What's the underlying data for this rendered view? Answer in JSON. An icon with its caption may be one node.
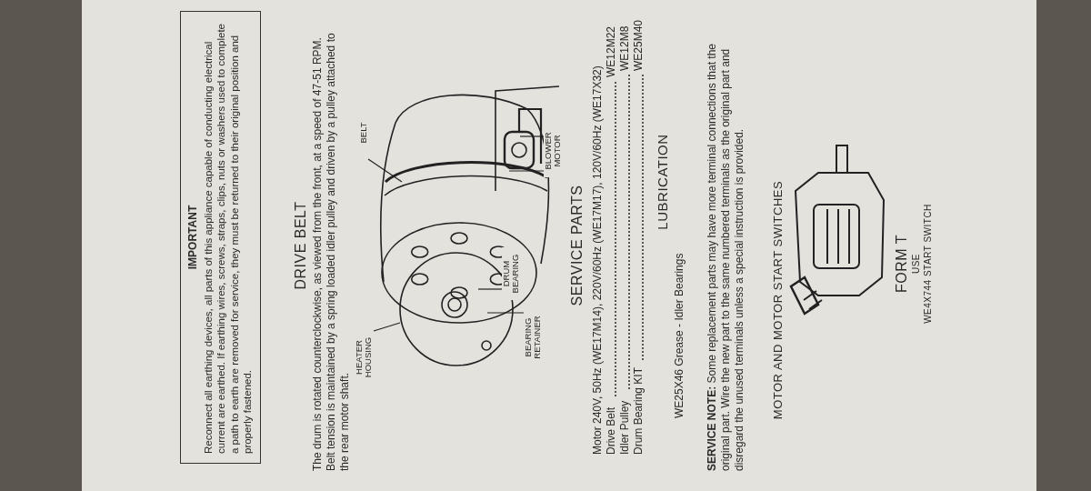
{
  "diagram": {
    "nodes": [
      {
        "text": [
          "IMPORTANT",
          "Reconnect all earthing devices, all parts of this appliance capable of conducting electrical current are earthed. If earthing wires, screws, straps, clips, nuts or washers used to complete a path to earth are removed for service, they must be returned to their original position and properly fastened."
        ]
      },
      {
        "text": [
          "HEATER HOUSING"
        ]
      },
      {
        "text": [
          "BELT"
        ]
      },
      {
        "text": [
          "DRUM BEARING"
        ]
      },
      {
        "text": [
          "BEARING RETAINER"
        ]
      },
      {
        "text": [
          "BLOWER MOTOR"
        ]
      }
    ],
    "edges": [
      {
        "from": 1,
        "to": null,
        "arrow": "none"
      },
      {
        "from": 2,
        "to": null,
        "arrow": "none"
      },
      {
        "from": 3,
        "to": null,
        "arrow": "none"
      },
      {
        "from": 4,
        "to": null,
        "arrow": "none"
      },
      {
        "from": 5,
        "to": null,
        "arrow": "none"
      },
      {
        "from": 5,
        "to": null,
        "arrow": "none"
      }
    ],
    "labels": [
      "DRIVE BELT",
      "The drum is rotated counterclockwise, as viewed from the front, at a speed of 47-51 RPM. Belt tension is maintained by a spring loaded idler pulley and driven by a pulley attached to the rear motor shaft.",
      "SERVICE PARTS",
      "Motor 240V, 50Hz (WE17M14), 220V/60Hz (WE17M17), 120V/60Hz (WE17X32)",
      "Drive Belt",
      "WE12M22",
      "Idler Pulley",
      "WE12M8",
      "Drum Bearing KIT",
      "WE25M40",
      "LUBRICATION",
      "WE25X46 Grease - Idler Bearings",
      "**SERVICE NOTE:** Some replacement parts may have more terminal connections that the original part. Wire the new part to the same numbered terminals as the original part and disregard the unused terminals unless a special instruction is provided.",
      "MOTOR AND MOTOR START SWITCHES",
      "FORM T",
      "USE",
      "WE4X744 START SWITCH"
    ]
  }
}
